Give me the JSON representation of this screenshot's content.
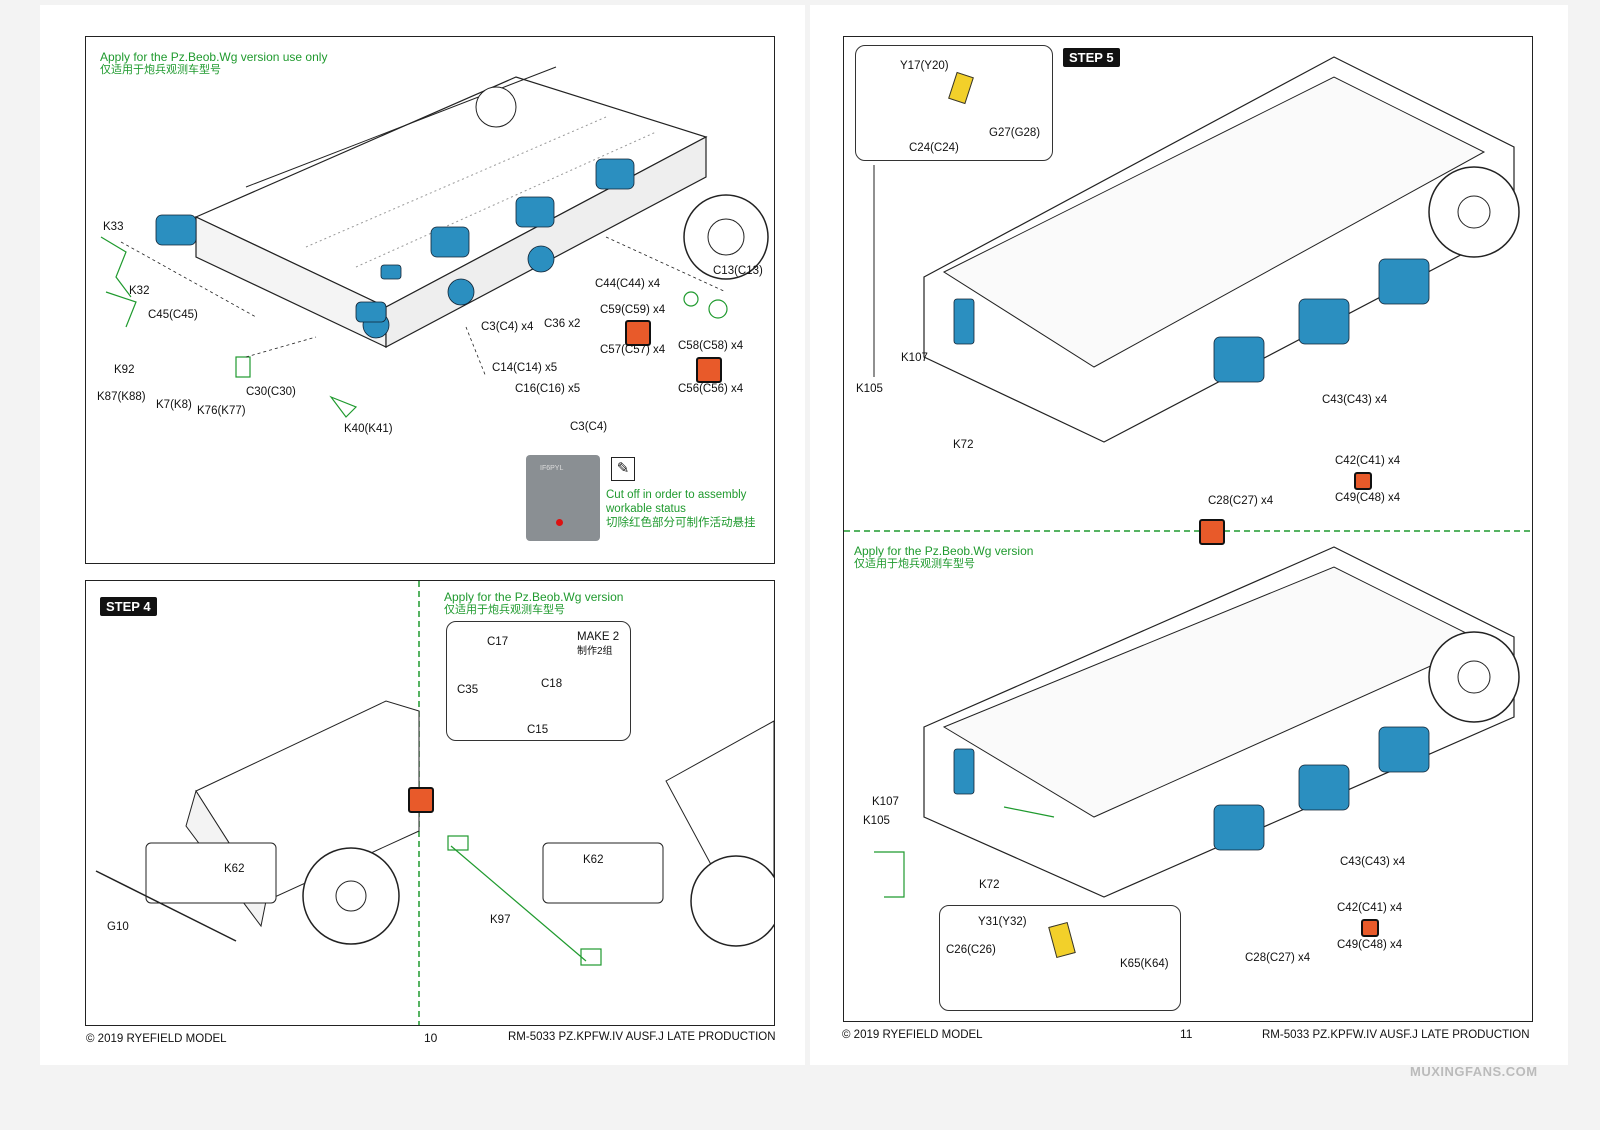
{
  "left_page": {
    "panel_top": {
      "note_en": "Apply for the Pz.Beob.Wg version use only",
      "note_cn": "仅适用于炮兵观测车型号",
      "labels": {
        "k33": "K33",
        "k32": "K32",
        "c45": "C45(C45)",
        "k92": "K92",
        "k87": "K87(K88)",
        "k7": "K7(K8)",
        "k76": "K76(K77)",
        "c30": "C30(C30)",
        "k40": "K40(K41)",
        "c13": "C13(C13)",
        "c44": "C44(C44) x4",
        "c36": "C36 x2",
        "c59": "C59(C59) x4",
        "c57": "C57(C57) x4",
        "c58": "C58(C58) x4",
        "c56": "C56(C56) x4",
        "c3": "C3(C4) x4",
        "c14": "C14(C14) x5",
        "c16": "C16(C16) x5",
        "c3b": "C3(C4)"
      },
      "cut_note_en_1": "Cut off in order to assembly",
      "cut_note_en_2": "workable status",
      "cut_note_cn": "切除红色部分可制作活动悬挂",
      "part_text": "IF6PYL"
    },
    "panel_bottom": {
      "step": "STEP 4",
      "note_en": "Apply for the Pz.Beob.Wg version",
      "note_cn": "仅适用于炮兵观测车型号",
      "labels": {
        "k62a": "K62",
        "g10": "G10",
        "k62b": "K62",
        "k97": "K97",
        "c17": "C17",
        "c35": "C35",
        "c18": "C18",
        "c15": "C15"
      },
      "make_en": "MAKE 2",
      "make_cn": "制作2组"
    },
    "footer": {
      "copyright": "© 2019 RYEFIELD MODEL",
      "page": "10",
      "product": "RM-5033 PZ.KPFW.IV AUSF.J LATE PRODUCTION"
    }
  },
  "right_page": {
    "step": "STEP 5",
    "callout_top_labels": {
      "y17": "Y17(Y20)",
      "c24": "C24(C24)",
      "g27": "G27(G28)"
    },
    "top_labels": {
      "k107": "K107",
      "k105": "K105",
      "k72": "K72",
      "c43": "C43(C43) x4",
      "c42": "C42(C41) x4",
      "c49": "C49(C48) x4",
      "c28": "C28(C27) x4"
    },
    "note_en": "Apply for the Pz.Beob.Wg version",
    "note_cn": "仅适用于炮兵观测车型号",
    "bottom_labels": {
      "k107": "K107",
      "k105": "K105",
      "k72": "K72",
      "c43": "C43(C43) x4",
      "c42": "C42(C41) x4",
      "c49": "C49(C48) x4",
      "c28": "C28(C27) x4"
    },
    "callout_bottom_labels": {
      "y31": "Y31(Y32)",
      "c26": "C26(C26)",
      "k65": "K65(K64)"
    },
    "footer": {
      "copyright": "© 2019 RYEFIELD MODEL",
      "page": "11",
      "product": "RM-5033 PZ.KPFW.IV AUSF.J LATE PRODUCTION"
    },
    "watermark": "MUXINGFANS.COM"
  },
  "colors": {
    "accent_green": "#1f9a2e",
    "part_blue": "#2b8fc0",
    "arrow_orange": "#e85a2a"
  }
}
